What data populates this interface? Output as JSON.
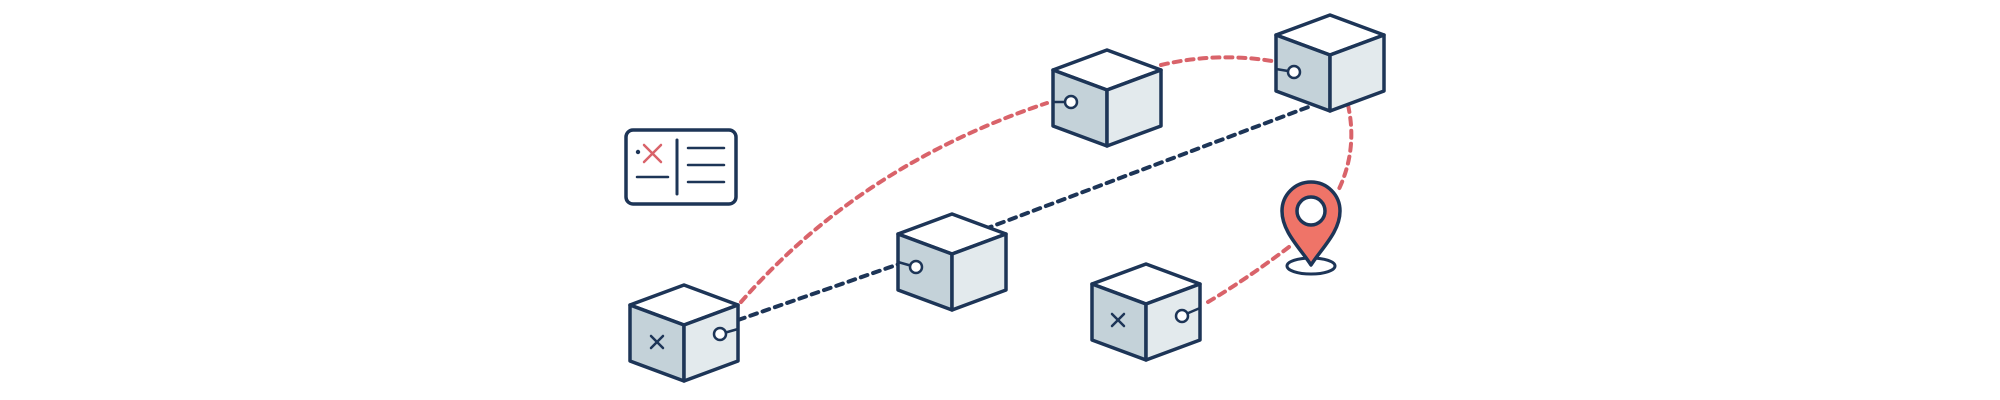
{
  "colors": {
    "navy": "#1d3557",
    "coral": "#d9636a",
    "marker_fill": "#ef7468",
    "box_top": "#ffffff",
    "box_left": "#c4d2d9",
    "box_right": "#e3eaed",
    "background": "#ffffff"
  },
  "icons": {
    "package": "package-box-icon",
    "location": "map-pin-icon",
    "card": "shipping-label-icon"
  },
  "nodes": [
    {
      "id": "origin",
      "mark": "x"
    },
    {
      "id": "hub",
      "mark": "none"
    },
    {
      "id": "mid-upper",
      "mark": "none"
    },
    {
      "id": "far-right",
      "mark": "none"
    },
    {
      "id": "destination",
      "mark": "x"
    }
  ],
  "connections": [
    {
      "from": "origin",
      "to": "hub",
      "style": "navy-dashed"
    },
    {
      "from": "hub",
      "to": "far-right",
      "style": "navy-dashed"
    },
    {
      "from": "origin",
      "to": "mid-upper",
      "style": "coral-dashed"
    },
    {
      "from": "mid-upper",
      "to": "far-right",
      "style": "coral-dashed"
    },
    {
      "from": "far-right",
      "to": "location-pin",
      "style": "coral-dashed"
    },
    {
      "from": "location-pin",
      "to": "destination",
      "style": "coral-dashed"
    }
  ]
}
